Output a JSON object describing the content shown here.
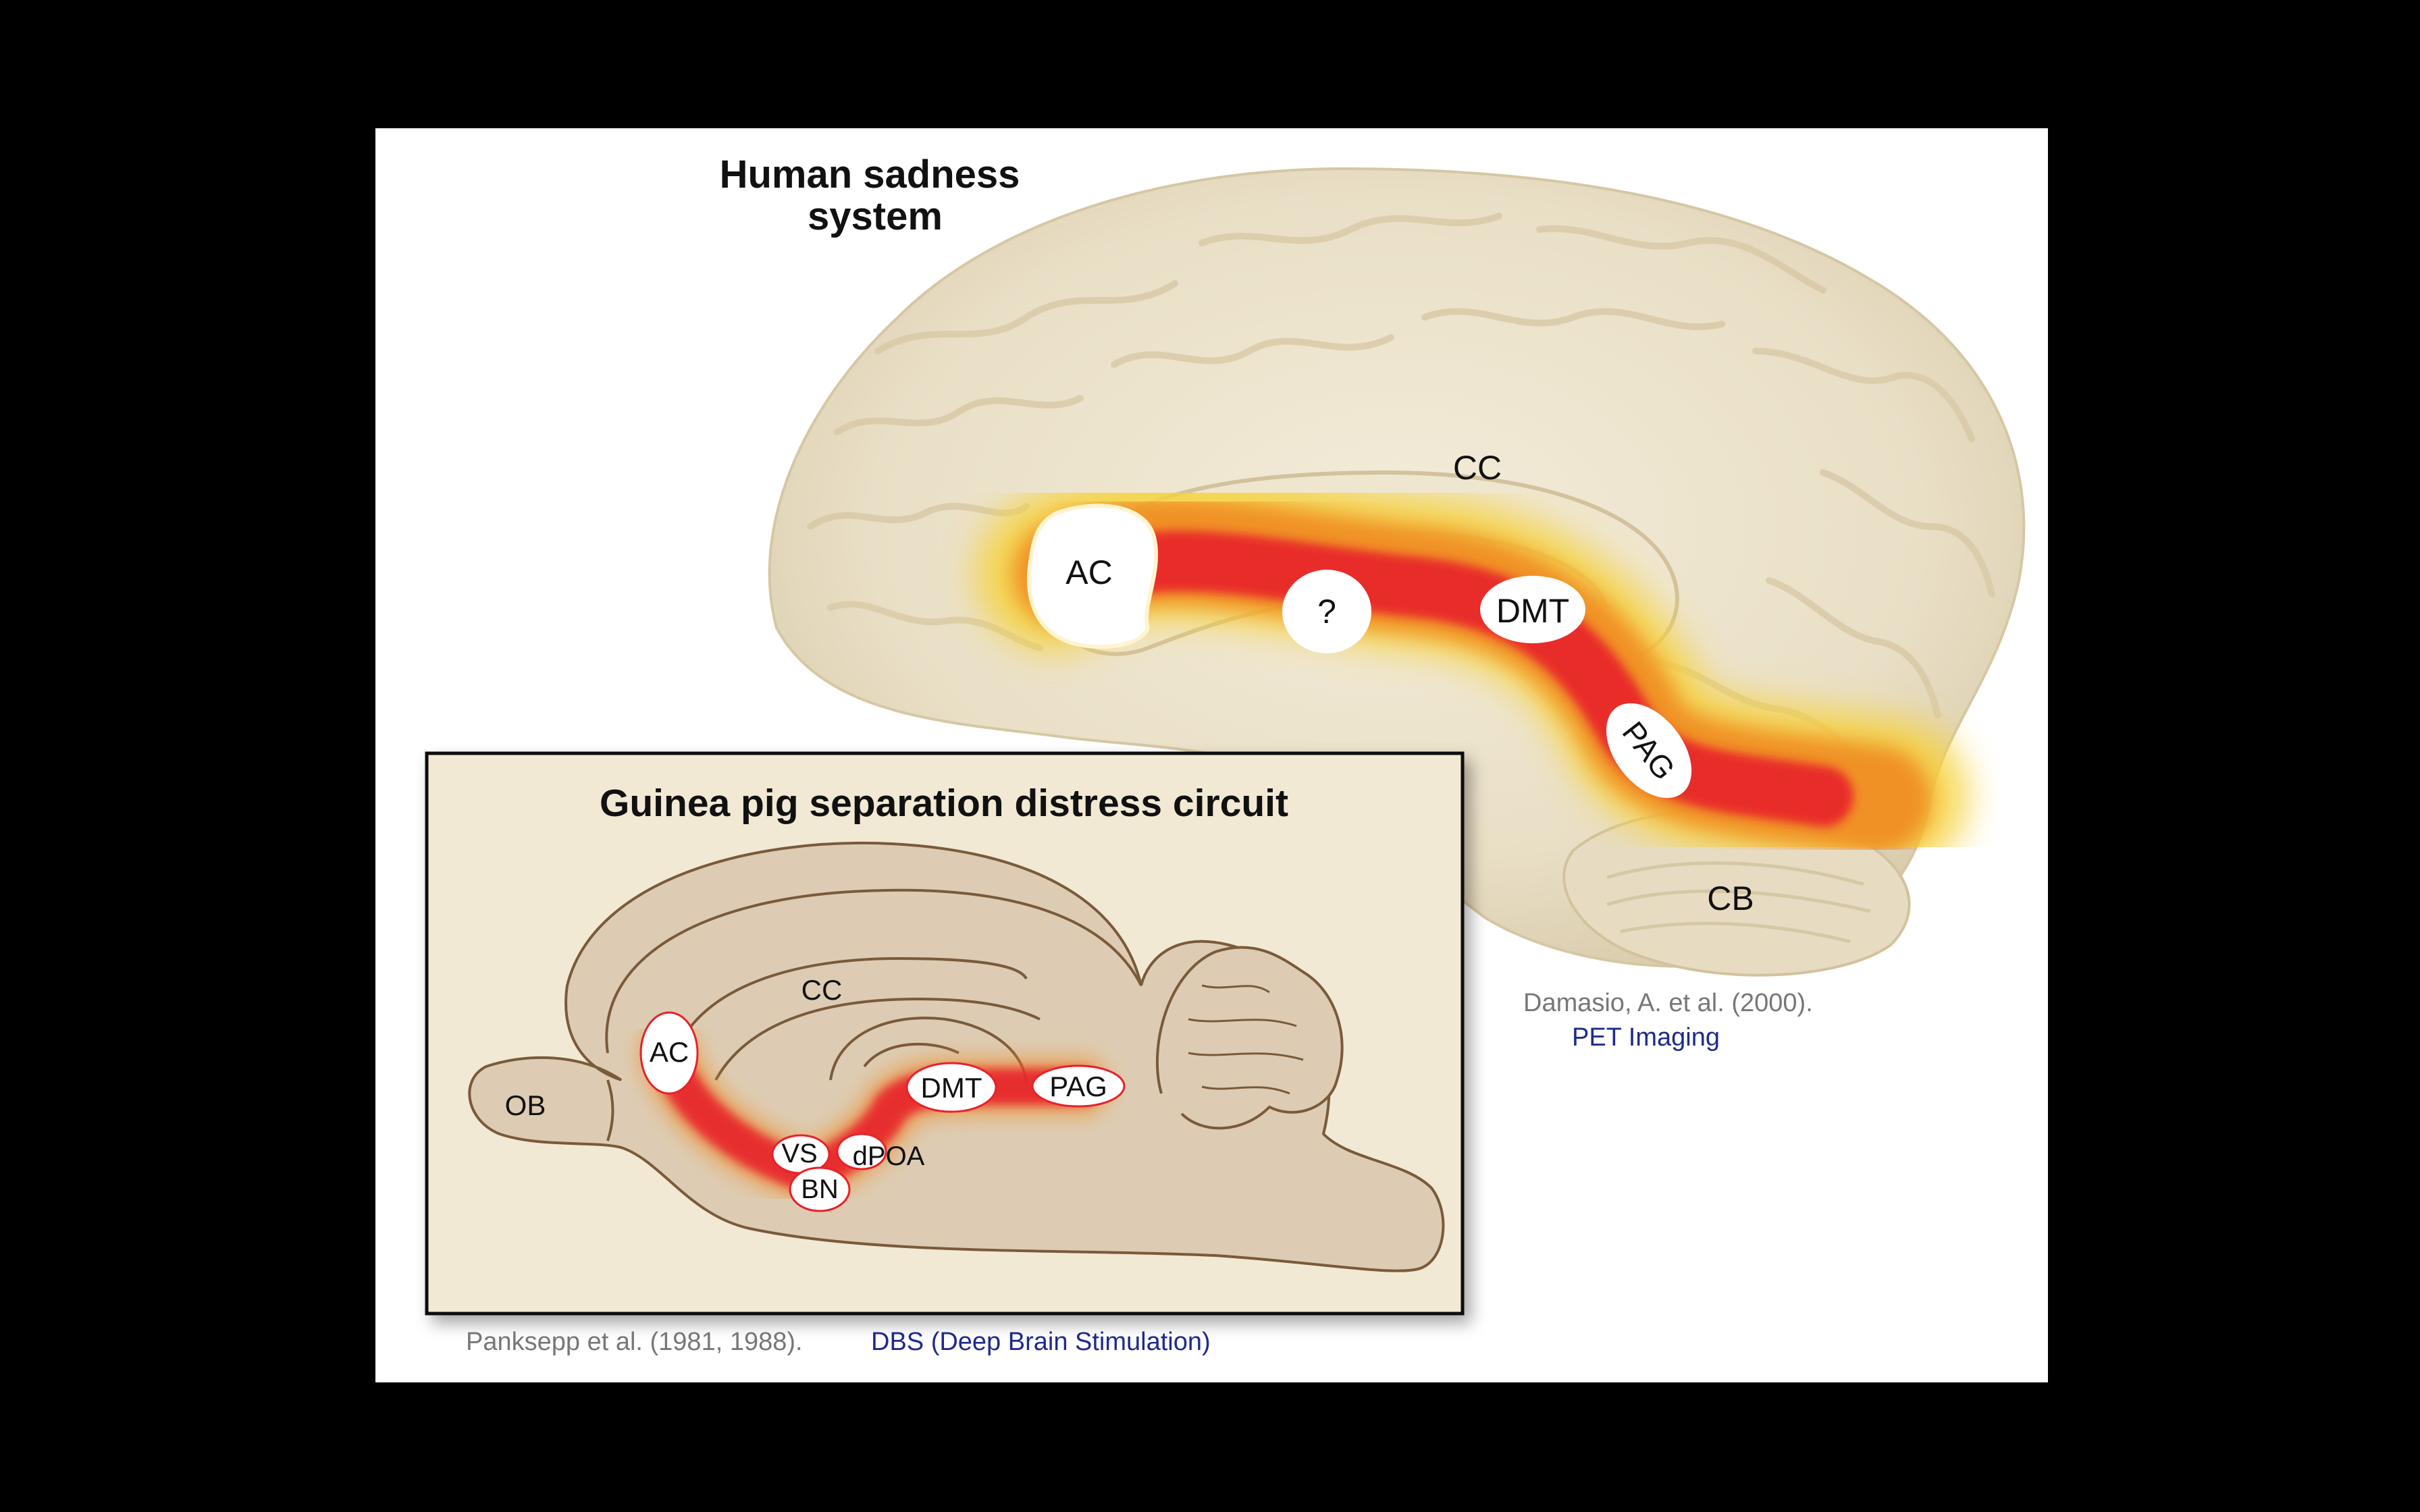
{
  "human_diagram": {
    "title_line1": "Human sadness",
    "title_line2": "system",
    "labels": {
      "cc": "CC",
      "ac": "AC",
      "question": "?",
      "dmt": "DMT",
      "pag": "PAG",
      "cb": "CB"
    },
    "citation": "Damasio, A. et al. (2000).",
    "method": "PET Imaging"
  },
  "inset": {
    "title": "Guinea pig separation distress circuit",
    "labels": {
      "cc": "CC",
      "ac": "AC",
      "ob": "OB",
      "dmt": "DMT",
      "pag": "PAG",
      "vs": "VS",
      "dpoa": "dPOA",
      "bn": "BN"
    },
    "citation": "Panksepp et al. (1981, 1988).",
    "method": "DBS (Deep Brain Stimulation)"
  },
  "colors": {
    "background": "#000000",
    "slide": "#ffffff",
    "brain": "#ece3cd",
    "inset_bg": "#f2e9d4",
    "guinea_brain": "#ddccb3",
    "heat_red": "#e8202a",
    "heat_orange": "#f08a24",
    "heat_yellow": "#f6d23a",
    "citation_gray": "#777777",
    "method_blue": "#1f2a8a"
  }
}
